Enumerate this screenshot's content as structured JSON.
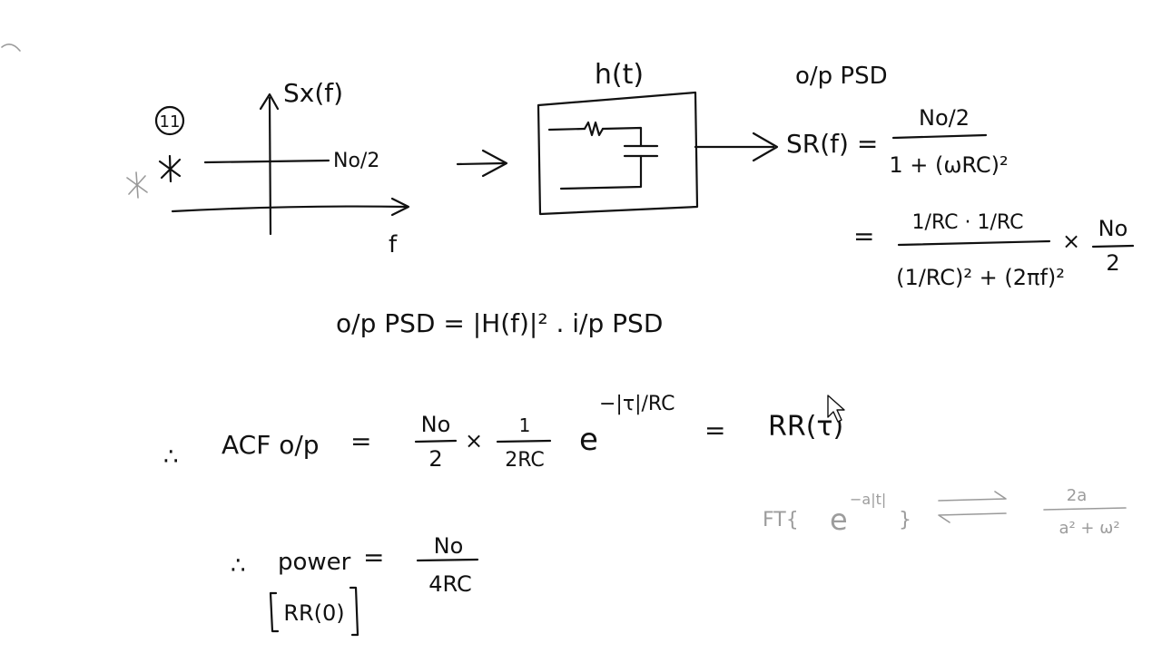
{
  "problem_number": "11",
  "input_plot": {
    "ylabel": "Sx(f)",
    "xlabel": "f",
    "level_label": "No/2"
  },
  "system": {
    "label": "h(t)"
  },
  "output_psd": {
    "heading": "o/p PSD",
    "lhs": "SR(f) =",
    "frac1_num": "No/2",
    "frac1_den": "1 + (ωRC)²",
    "eq_sign": "=",
    "frac2_num": "1/RC · 1/RC",
    "frac2_den": "(1/RC)² + (2πf)²",
    "times": "×",
    "frac3_num": "No",
    "frac3_den": "2"
  },
  "relation": {
    "text": "o/p PSD = |H(f)|² . i/p PSD"
  },
  "acf": {
    "therefore": "∴",
    "label": "ACF o/p",
    "eq": "=",
    "frac1_num": "No",
    "frac1_den": "2",
    "times": "×",
    "frac2_num": "1",
    "frac2_den": "2RC",
    "exp_base": "e",
    "exp_power": "−|τ|/RC",
    "eq2": "=",
    "rhs": "RR(τ)"
  },
  "fourier_note": {
    "prefix": "FT{",
    "term": "e",
    "power": "−a|t|",
    "suffix": "}",
    "frac_num": "2a",
    "frac_den": "a² + ω²"
  },
  "power": {
    "therefore": "∴",
    "label": "power",
    "eq": "=",
    "frac_num": "No",
    "frac_den": "4RC",
    "boxed": "RR(0)"
  }
}
